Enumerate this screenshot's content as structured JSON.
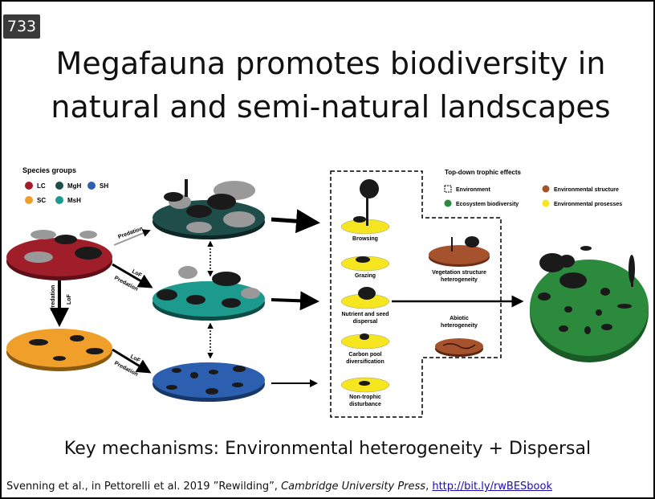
{
  "slide": {
    "number": "733",
    "title_line1": "Megafauna promotes biodiversity in",
    "title_line2": "natural and semi-natural landscapes",
    "subtitle": "Key mechanisms: Environmental heterogeneity + Dispersal",
    "citation": {
      "prefix": "Svenning et al., in Pettorelli et al.  2019 ”Rewilding”, ",
      "publisher": "Cambridge University Press",
      "separator": ", ",
      "link": "http://bit.ly/rwBESbook"
    }
  },
  "species_legend": {
    "title": "Species groups",
    "items": [
      {
        "label": "LC",
        "color": "#a01d2a"
      },
      {
        "label": "MgH",
        "color": "#1e4d4a"
      },
      {
        "label": "SH",
        "color": "#2d5fb0"
      },
      {
        "label": "SC",
        "color": "#f0a02a"
      },
      {
        "label": "MsH",
        "color": "#1d9a8e"
      }
    ]
  },
  "arrow_labels": {
    "predation_top": "Predation",
    "lof_mid": "LoF",
    "predation_mid": "Predation",
    "predation_vertical": "Predation",
    "lof_vertical": "LoF",
    "lof_low": "LoF",
    "predation_low": "Predation"
  },
  "trophic_legend": {
    "title": "Top-down trophic effects",
    "items": [
      {
        "label": "Environment",
        "kind": "dashed-box"
      },
      {
        "label": "Environmental structure",
        "color": "#a5522d"
      },
      {
        "label": "Ecosystem biodiversity",
        "color": "#2c8a3c"
      },
      {
        "label": "Environmental prosesses",
        "color": "#f5e61f"
      }
    ]
  },
  "processes": [
    "Browsing",
    "Grazing",
    "Nutrient and seed",
    "dispersal",
    "Carbon pool",
    "diversification",
    "Non-trophic",
    "disturbance"
  ],
  "environment_effects": [
    "Vegetation structure",
    "heterogeneity",
    "Abiotic",
    "heterogeneity"
  ],
  "colors": {
    "lc_disc": "#a01d2a",
    "sc_disc": "#f0a02a",
    "mgh_disc": "#1e4d4a",
    "msh_disc": "#1d9a8e",
    "sh_disc": "#2d5fb0",
    "process_disc": "#f5e61f",
    "structure_disc": "#a5522d",
    "biodiversity_disc": "#2c8a3c"
  },
  "icons": [
    "tree-icon",
    "animal-silhouette-icon"
  ]
}
